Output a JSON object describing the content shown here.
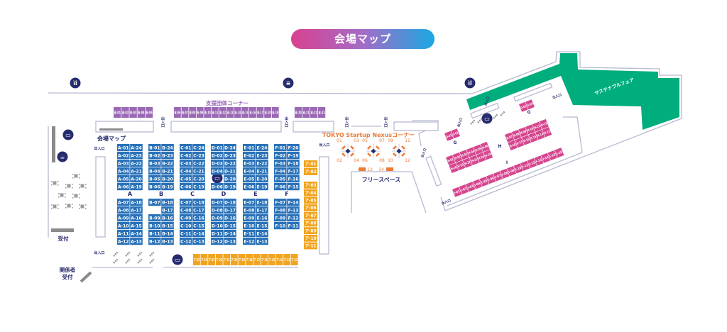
{
  "title": "会場マップ",
  "colors": {
    "blue": "#2a72b8",
    "purple": "#9a68b4",
    "orange": "#f0a41f",
    "pink": "#d6468f",
    "green": "#00ad7d",
    "navy": "#262b6d",
    "nexus": "#ec7a35",
    "wall": "#b8b9d2"
  },
  "labels": {
    "support_corner": "支援団体コーナー",
    "map_board": "会場マップ",
    "entrance": "出入口",
    "reception": "受付",
    "staff_reception_1": "関係者",
    "staff_reception_2": "受付",
    "nexus_corner": "TOKYO Startup Nexusコーナー",
    "free_space": "フリースペース",
    "sustainable_fair": "サステナブルフェア",
    "row_A": "A",
    "row_B": "B",
    "row_C": "C",
    "row_D": "D",
    "row_E": "E",
    "row_F": "F",
    "area_G": "G",
    "area_H": "H",
    "area_I": "I"
  },
  "support_booths": [
    [
      "支-01",
      "支-02",
      "支-03",
      "支-04",
      "支-05"
    ],
    [
      "支-06",
      "支-07",
      "支-08",
      "支-09",
      "支-10",
      "支-11",
      "支-12",
      "支-13",
      "支-14",
      "支-15",
      "支-16",
      "支-17",
      "支-18",
      "支-19"
    ],
    [
      "支-20",
      "支-21",
      "支-22",
      "支-23"
    ]
  ],
  "booths": {
    "A": {
      "top": [
        [
          "A-01",
          "A-24"
        ],
        [
          "A-02",
          "A-23"
        ],
        [
          "A-03",
          "A-22"
        ],
        [
          "A-04",
          "A-21"
        ],
        [
          "A-05",
          "A-20"
        ],
        [
          "A-06",
          "A-19"
        ]
      ],
      "bottom": [
        [
          "A-07",
          "A-18"
        ],
        [
          "A-08",
          "A-17"
        ],
        [
          "A-09",
          "A-16"
        ],
        [
          "A-10",
          "A-15"
        ],
        [
          "A-11",
          "A-14"
        ],
        [
          "A-12",
          "A-13"
        ]
      ]
    },
    "B": {
      "top": [
        [
          "B-01",
          "B-24"
        ],
        [
          "B-02",
          "B-23"
        ],
        [
          "B-03",
          "B-22"
        ],
        [
          "B-04",
          "B-21"
        ],
        [
          "B-05",
          "B-20"
        ],
        [
          "B-06",
          "B-19"
        ]
      ],
      "bottom": [
        [
          "B-07",
          "B-18"
        ],
        [
          null,
          "B-17"
        ],
        [
          "B-09",
          "B-16"
        ],
        [
          "B-10",
          "B-15"
        ],
        [
          "B-11",
          "B-14"
        ],
        [
          "B-12",
          "B-13"
        ]
      ]
    },
    "C": {
      "top": [
        [
          "C-01",
          "C-24"
        ],
        [
          "C-02",
          "C-23"
        ],
        [
          "C-03",
          "C-22"
        ],
        [
          "C-04",
          "C-21"
        ],
        [
          "C-05",
          "C-20"
        ],
        [
          "C-06",
          "C-19"
        ]
      ],
      "bottom": [
        [
          "C-07",
          "C-18"
        ],
        [
          "C-08",
          "C-17"
        ],
        [
          "C-09",
          "C-16"
        ],
        [
          "C-10",
          "C-15"
        ],
        [
          "C-11",
          "C-14"
        ],
        [
          "C-12",
          "C-13"
        ]
      ]
    },
    "D": {
      "top": [
        [
          "D-01",
          "D-24"
        ],
        [
          "D-02",
          "D-23"
        ],
        [
          "D-03",
          "D-22"
        ],
        [
          "D-04",
          "D-21"
        ],
        [
          null,
          "D-20"
        ],
        [
          "D-06",
          "D-19"
        ]
      ],
      "bottom": [
        [
          "D-07",
          "D-18"
        ],
        [
          "D-08",
          "D-17"
        ],
        [
          "D-09",
          "D-16"
        ],
        [
          "D-10",
          "D-15"
        ],
        [
          "D-11",
          "D-14"
        ],
        [
          "D-12",
          "D-13"
        ]
      ]
    },
    "E": {
      "top": [
        [
          "E-01",
          "E-24"
        ],
        [
          "E-02",
          "E-23"
        ],
        [
          "E-03",
          "E-22"
        ],
        [
          "E-04",
          "E-21"
        ],
        [
          "E-05",
          "E-20"
        ],
        [
          "E-06",
          "E-19"
        ]
      ],
      "bottom": [
        [
          "E-07",
          "E-18"
        ],
        [
          "E-08",
          "E-17"
        ],
        [
          "E-09",
          "E-16"
        ],
        [
          "E-10",
          "E-15"
        ],
        [
          "E-11",
          "E-14"
        ],
        [
          "E-12",
          "E-13"
        ]
      ]
    },
    "F": {
      "top": [
        [
          "F-01",
          "F-20"
        ],
        [
          "F-02",
          "F-19"
        ],
        [
          "F-03",
          "F-18"
        ],
        [
          "F-04",
          "F-17"
        ],
        [
          "F-05",
          "F-16"
        ],
        [
          "F-06",
          "F-15"
        ]
      ],
      "bottom": [
        [
          "F-07",
          "F-14"
        ],
        [
          "F-08",
          "F-13"
        ],
        [
          "F-09",
          "F-12"
        ],
        [
          "F-10",
          "F-11"
        ]
      ]
    }
  },
  "a_booths_upper": [
    "ア-01",
    "ア-02"
  ],
  "a_booths_column": [
    "ア-03",
    "ア-04",
    "ア-05",
    "ア-06",
    "ア-07",
    "ア-08",
    "ア-09",
    "ア-10",
    "ア-11"
  ],
  "a_booths_row": [
    "ア-25",
    "ア-24",
    "ア-23",
    "ア-22",
    "ア-21",
    "ア-20",
    "ア-19",
    "ア-18",
    "ア-17",
    "ア-16",
    "ア-15",
    "ア-14",
    "ア-13",
    "ア-12"
  ],
  "nexus": {
    "pods": [
      [
        "01",
        "02",
        "03",
        "04"
      ],
      [
        "05",
        "06",
        "07",
        "08"
      ],
      [
        "09",
        "10",
        "11",
        "12"
      ]
    ],
    "tables": [
      "13",
      "14"
    ]
  },
  "g_booths": [
    [
      "G-01",
      "G-02"
    ],
    [
      "G-03",
      "G-04"
    ]
  ],
  "h_booths": {
    "left": [
      [
        "H-01",
        "H-02",
        "H-03",
        "H-04",
        "H-05",
        "H-06"
      ],
      [
        "H-24",
        "H-23",
        "H-22",
        "H-21",
        "H-20",
        "H-19"
      ]
    ],
    "right": [
      [
        "H-07",
        "H-08",
        "H-09",
        "H-10",
        "H-11",
        "H-12"
      ],
      [
        "H-18",
        "H-17",
        "H-16",
        "H-15",
        "H-14",
        "H-13"
      ]
    ]
  },
  "i_booths": [
    "I-01",
    "I-02",
    "I-03",
    "I-04",
    "I-05",
    "I-06",
    "I-07",
    "I-08",
    "I-09",
    "I-10",
    "I-11",
    "I-12",
    "I-13",
    "I-14",
    "I-15",
    "I-16"
  ],
  "icons": [
    "restroom-icon",
    "smoking-area-icon",
    "restroom-icon",
    "monitor-icon",
    "coffee-icon"
  ]
}
